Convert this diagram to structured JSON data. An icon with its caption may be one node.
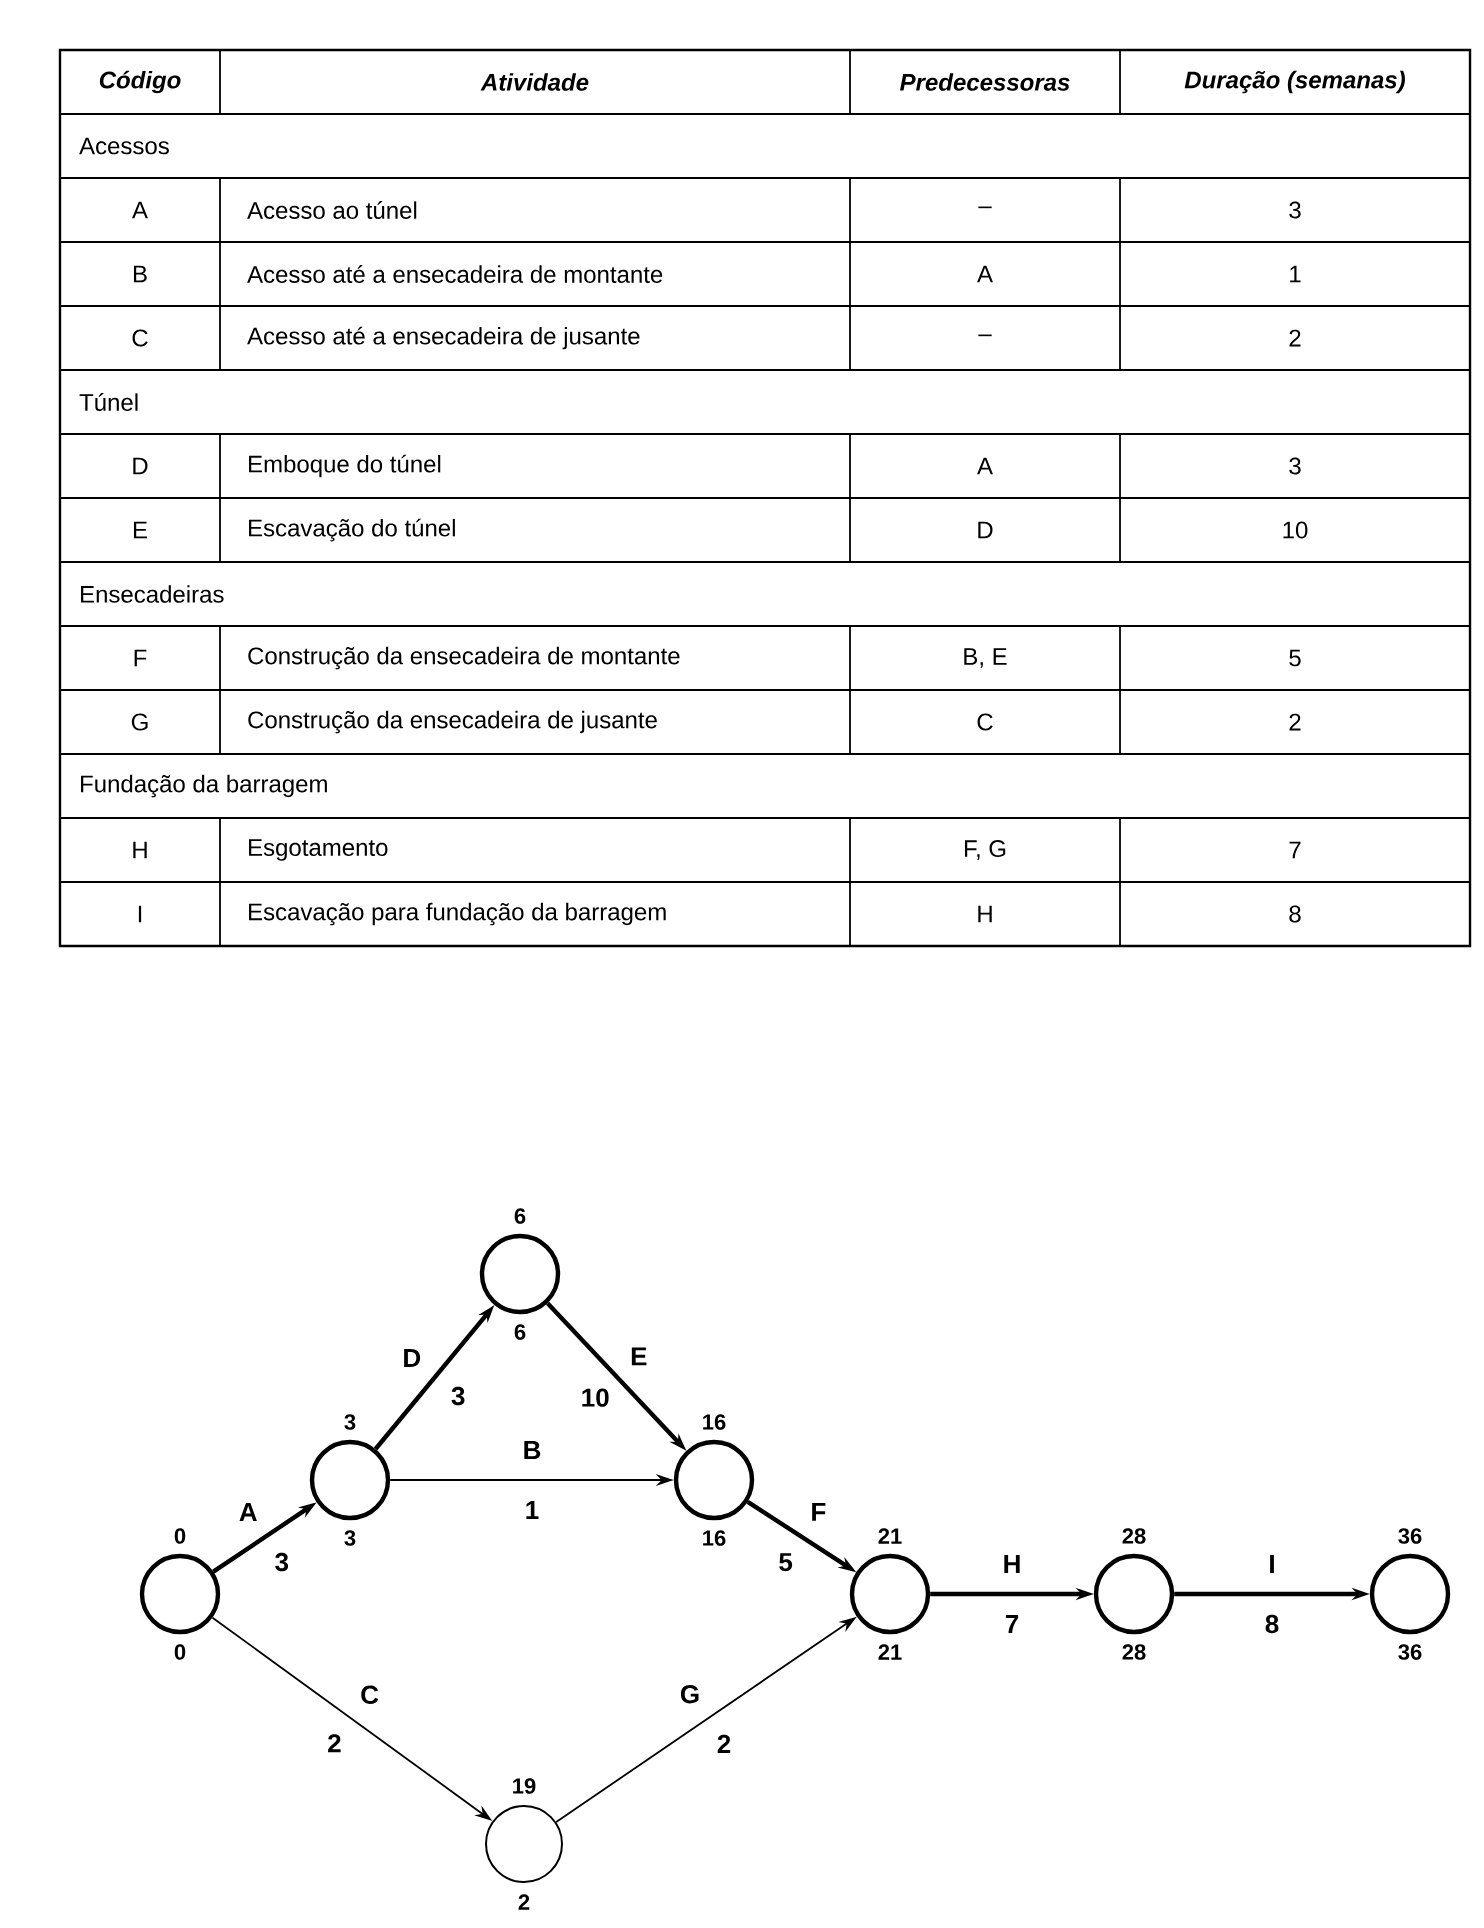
{
  "diagram": {
    "nodes": [
      {
        "text": [],
        "shape": "circle",
        "beside": [
          "0",
          "0"
        ]
      },
      {
        "text": [],
        "shape": "circle",
        "beside": [
          "3",
          "3"
        ]
      },
      {
        "text": [],
        "shape": "circle",
        "beside": [
          "6",
          "6"
        ]
      },
      {
        "text": [],
        "shape": "circle",
        "beside": [
          "16",
          "16"
        ]
      },
      {
        "text": [],
        "shape": "circle",
        "beside": [
          "21",
          "21"
        ]
      },
      {
        "text": [],
        "shape": "circle",
        "beside": [
          "28",
          "28"
        ]
      },
      {
        "text": [],
        "shape": "circle",
        "beside": [
          "36",
          "36"
        ]
      },
      {
        "text": [],
        "shape": "circle",
        "beside": [
          "19",
          "2"
        ]
      }
    ],
    "edges": [
      {
        "from": 0,
        "to": 1,
        "arrow": "to",
        "label": "A"
      },
      {
        "from": 1,
        "to": 3,
        "arrow": "to",
        "label": "B"
      },
      {
        "from": 0,
        "to": 7,
        "arrow": "to",
        "label": "C"
      },
      {
        "from": 1,
        "to": 2,
        "arrow": "to",
        "label": "D"
      },
      {
        "from": 2,
        "to": 3,
        "arrow": "to",
        "label": "E"
      },
      {
        "from": 3,
        "to": 4,
        "arrow": "to",
        "label": "F"
      },
      {
        "from": 7,
        "to": 4,
        "arrow": "to",
        "label": "G"
      },
      {
        "from": 4,
        "to": 5,
        "arrow": "to",
        "label": "H"
      },
      {
        "from": 5,
        "to": 6,
        "arrow": "to",
        "label": "I"
      }
    ],
    "labels": [
      "Código",
      "Atividade",
      "Predecessoras",
      "Duração (semanas)",
      "Acessos",
      "A",
      "Acesso ao túnel",
      "–",
      "3",
      "B",
      "Acesso até a ensecadeira de montante",
      "A",
      "1",
      "C",
      "Acesso até a ensecadeira de jusante",
      "–",
      "2",
      "Túnel",
      "D",
      "Emboque do túnel",
      "A",
      "3",
      "E",
      "Escavação do túnel",
      "D",
      "10",
      "Ensecadeiras",
      "F",
      "Construção da ensecadeira de montante",
      "B, E",
      "5",
      "G",
      "Construção da ensecadeira de jusante",
      "C",
      "2",
      "Fundação da barragem",
      "H",
      "Esgotamento",
      "F, G",
      "7",
      "I",
      "Escavação para fundação da barragem",
      "H",
      "8",
      "3",
      "1",
      "2",
      "3",
      "10",
      "5",
      "2",
      "7",
      "8"
    ]
  }
}
